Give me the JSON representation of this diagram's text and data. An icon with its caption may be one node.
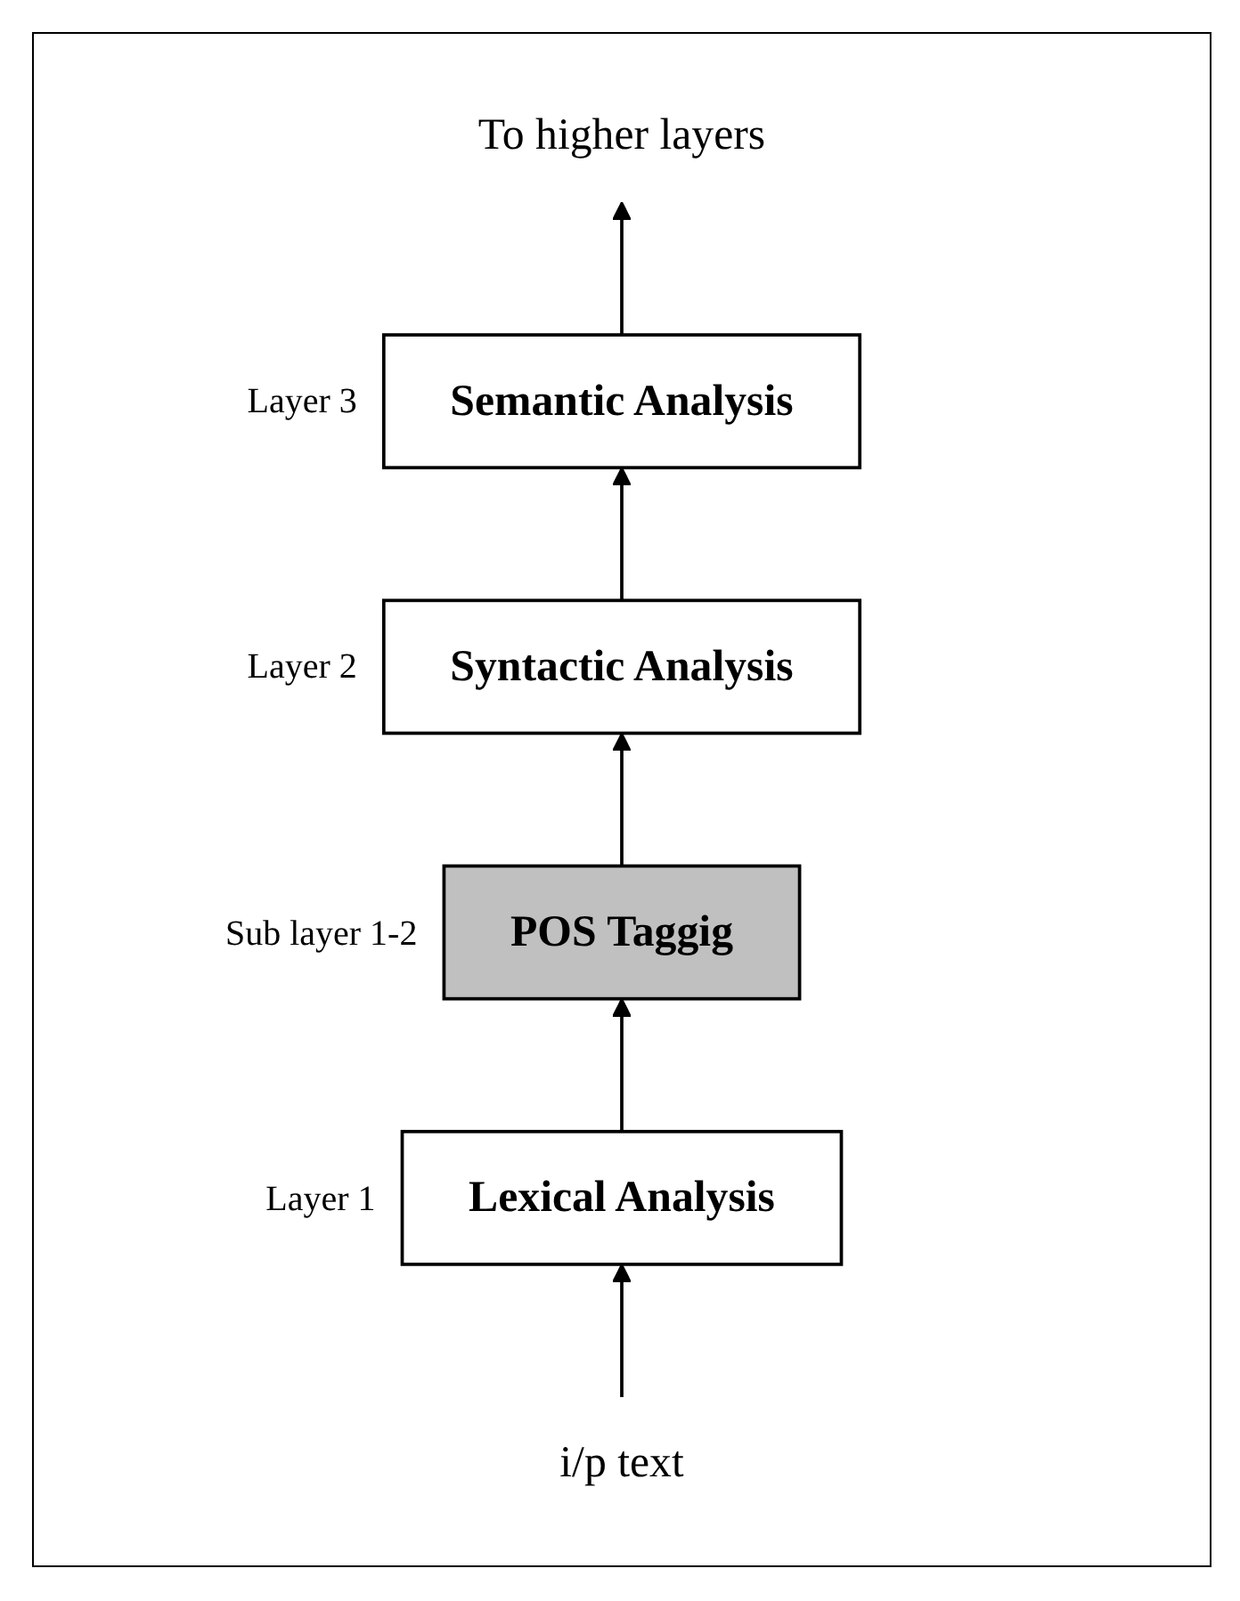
{
  "diagram": {
    "nodes": [
      {
        "text": [
          "To higher layers"
        ]
      },
      {
        "text": [
          "Semantic Analysis"
        ],
        "beside": [
          "Layer 3"
        ]
      },
      {
        "text": [
          "Syntactic Analysis"
        ],
        "beside": [
          "Layer 2"
        ]
      },
      {
        "text": [
          "POS Taggig"
        ],
        "beside": [
          "Sub layer 1-2"
        ]
      },
      {
        "text": [
          "Lexical Analysis"
        ],
        "beside": [
          "Layer 1"
        ]
      },
      {
        "text": [
          "i/p text"
        ]
      }
    ],
    "edges": [
      {
        "from": 5,
        "to": 4,
        "arrow": "to"
      },
      {
        "from": 4,
        "to": 3,
        "arrow": "to"
      },
      {
        "from": 3,
        "to": 2,
        "arrow": "to"
      },
      {
        "from": 2,
        "to": 1,
        "arrow": "to"
      },
      {
        "from": 1,
        "to": 0,
        "arrow": "to"
      }
    ]
  }
}
